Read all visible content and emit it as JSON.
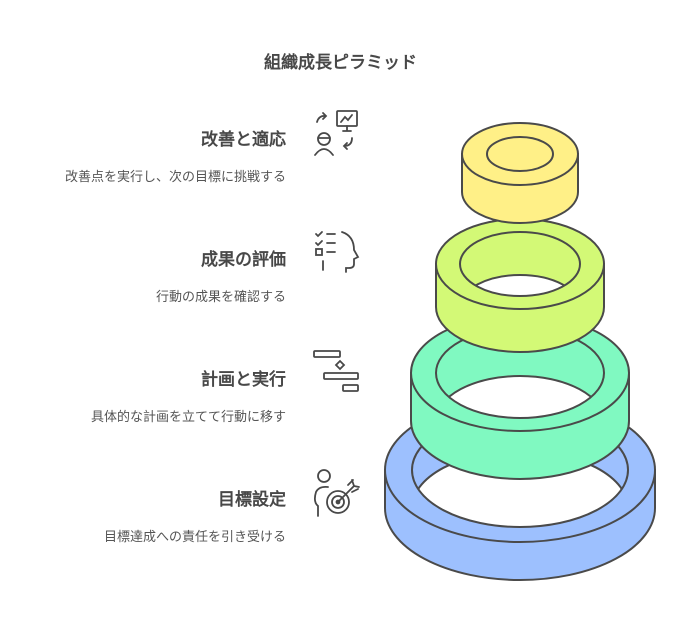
{
  "title": "組織成長ピラミッド",
  "steps": [
    {
      "heading": "改善と適応",
      "description": "改善点を実行し、次の目標に挑戦する",
      "icon": "improvement-cycle-icon",
      "color": "#FFF087"
    },
    {
      "heading": "成果の評価",
      "description": "行動の成果を確認する",
      "icon": "checklist-head-icon",
      "color": "#D3F976"
    },
    {
      "heading": "計画と実行",
      "description": "具体的な計画を立てて行動に移す",
      "icon": "gantt-plan-icon",
      "color": "#80F9C1"
    },
    {
      "heading": "目標設定",
      "description": "目標達成への責任を引き受ける",
      "icon": "person-target-icon",
      "color": "#9DC0FE"
    }
  ]
}
